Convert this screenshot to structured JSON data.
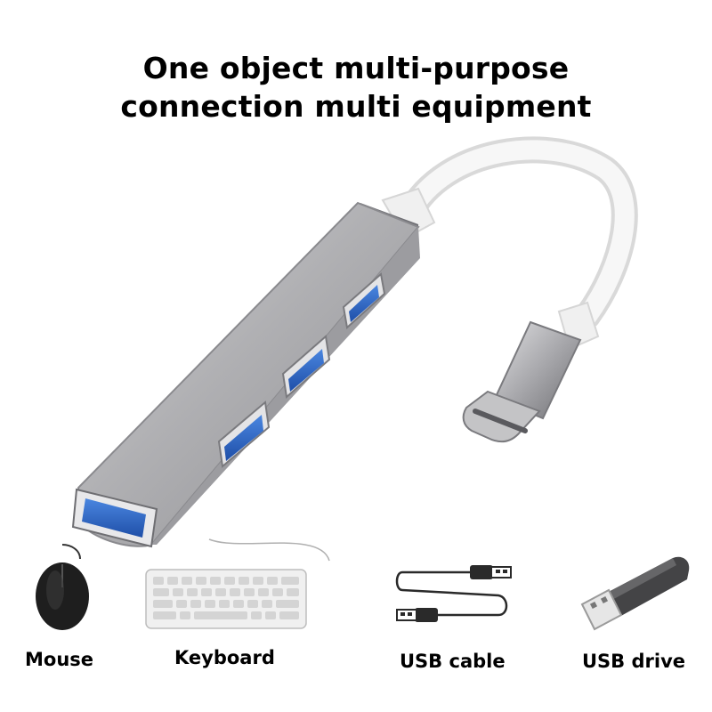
{
  "headline": {
    "line1": "One object multi-purpose",
    "line2": "connection multi equipment"
  },
  "accessories": [
    {
      "label": "Mouse",
      "icon": "mouse-icon"
    },
    {
      "label": "Keyboard",
      "icon": "keyboard-icon"
    },
    {
      "label": "USB cable",
      "icon": "usb-cable-icon"
    },
    {
      "label": "USB drive",
      "icon": "usb-drive-icon"
    }
  ],
  "product": {
    "icon": "usb-c-hub-icon",
    "usb_ports": 4,
    "body_color": "#b3b3b6",
    "port_color": "#2f6fd0",
    "cable_color": "#f2f2f2"
  }
}
